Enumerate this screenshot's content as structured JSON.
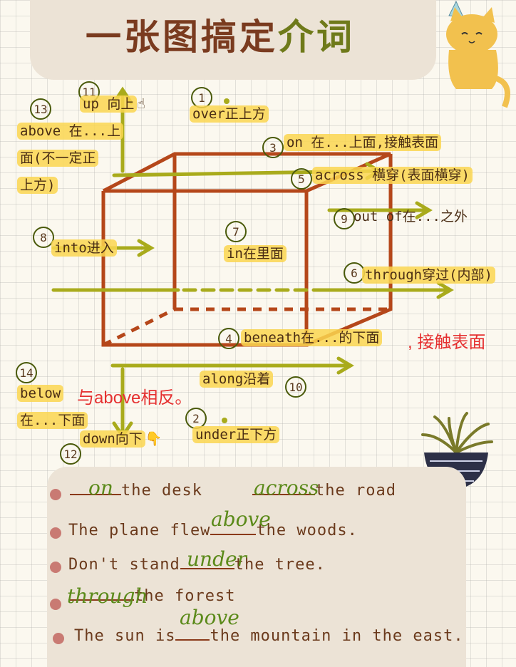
{
  "title": {
    "part1": "一张图搞定",
    "part2": "介词"
  },
  "labels": {
    "above": {
      "num": "13",
      "line1": "above 在...上",
      "line2": "面(不一定正",
      "line3": "上方)"
    },
    "up": {
      "num": "11",
      "text": "up 向上"
    },
    "over": {
      "num": "1",
      "text": "over正上方"
    },
    "on": {
      "num": "3",
      "text": "on 在...上面,接触表面"
    },
    "across": {
      "num": "5",
      "text": "across 横穿(表面横穿)"
    },
    "out_of": {
      "num": "9",
      "text": "out of在...之外"
    },
    "into": {
      "num": "8",
      "text": "into进入"
    },
    "in": {
      "num": "7",
      "text": "in在里面"
    },
    "through": {
      "num": "6",
      "text": "through穿过(内部)"
    },
    "beneath": {
      "num": "4",
      "text": "beneath在...的下面",
      "note": ", 接触表面"
    },
    "below": {
      "num": "14",
      "line1": "below",
      "note": "与above相反。",
      "line2": "在...下面"
    },
    "along": {
      "num": "10",
      "text": "along沿着"
    },
    "under": {
      "num": "2",
      "text": "under正下方"
    },
    "down": {
      "num": "12",
      "text": "down向下"
    }
  },
  "exercises": [
    {
      "pre": "",
      "answer": "on",
      "post": "the desk",
      "pre2": "",
      "answer2": "across",
      "post2": "the road"
    },
    {
      "pre": "The plane flew",
      "answer": "above",
      "post": "the woods."
    },
    {
      "pre": "Don't stand",
      "answer": "under",
      "post": "the tree."
    },
    {
      "pre": "",
      "answer": "through",
      "post": "the forest"
    },
    {
      "pre": "The sun is",
      "answer": "above",
      "post": "the mountain in the east."
    }
  ],
  "colors": {
    "box": "#b5471a",
    "arrow": "#a9ab1c",
    "highlight": "#f8d24e",
    "red_note": "#e53030"
  }
}
